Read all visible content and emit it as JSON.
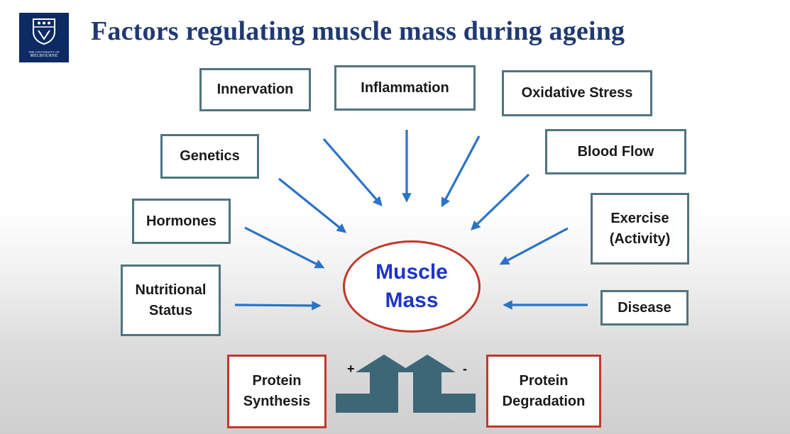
{
  "logo": {
    "line1": "THE UNIVERSITY OF",
    "line2": "MELBOURNE"
  },
  "title": "Factors regulating muscle mass during ageing",
  "center": {
    "line1": "Muscle",
    "line2": "Mass"
  },
  "factors": {
    "innervation": "Innervation",
    "inflammation": "Inflammation",
    "oxidative_stress": "Oxidative Stress",
    "genetics": "Genetics",
    "blood_flow": "Blood Flow",
    "hormones": "Hormones",
    "exercise": {
      "line1": "Exercise",
      "line2": "(Activity)"
    },
    "nutritional_status": {
      "line1": "Nutritional",
      "line2": "Status"
    },
    "disease": "Disease",
    "protein_synthesis": {
      "line1": "Protein",
      "line2": "Synthesis"
    },
    "protein_degradation": {
      "line1": "Protein",
      "line2": "Degradation"
    }
  },
  "signs": {
    "synthesis": "+",
    "degradation": "-"
  },
  "colors": {
    "title": "#1f3a73",
    "box_border": "#4f7481",
    "protein_border": "#c0392b",
    "arrow": "#2a73c7",
    "center_text": "#1d35c4",
    "center_border": "#c0392b",
    "big_arrow": "#3d6677",
    "logo_bg": "#0e2a63"
  }
}
